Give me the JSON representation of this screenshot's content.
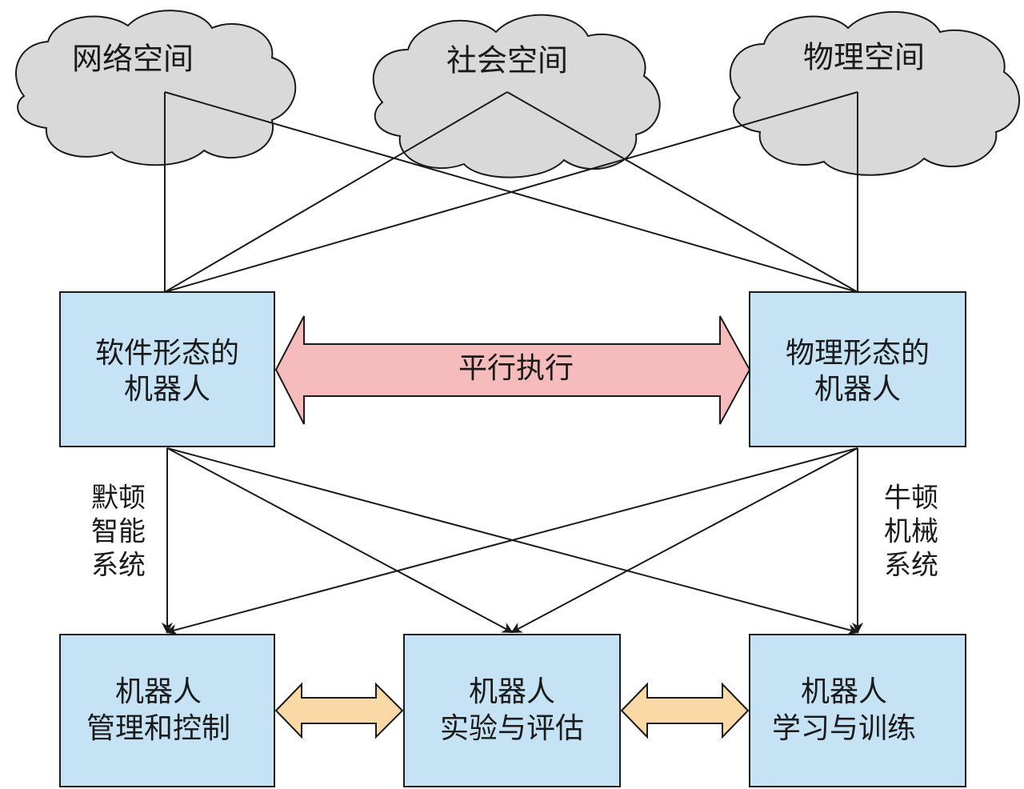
{
  "colors": {
    "cloud_fill": "#d9d9d9",
    "box_fill": "#c5e3f5",
    "parallel_arrow_fill": "#f6bcbc",
    "small_arrow_fill": "#fbd9a6",
    "line": "#1a1a1a"
  },
  "clouds": {
    "cyber": {
      "label": "网络空间"
    },
    "social": {
      "label": "社会空间"
    },
    "physical": {
      "label": "物理空间"
    }
  },
  "robots": {
    "software": {
      "line1": "软件形态的",
      "line2": "机器人"
    },
    "physical": {
      "line1": "物理形态的",
      "line2": "机器人"
    }
  },
  "parallel": {
    "label": "平行执行"
  },
  "systems": {
    "merton": {
      "line1": "默顿",
      "line2": "智能",
      "line3": "系统"
    },
    "newton": {
      "line1": "牛顿",
      "line2": "机械",
      "line3": "系统"
    }
  },
  "outcomes": {
    "management": {
      "line1": "机器人",
      "line2": "管理和控制"
    },
    "evaluation": {
      "line1": "机器人",
      "line2": "实验与评估"
    },
    "learning": {
      "line1": "机器人",
      "line2": "学习与训练"
    }
  }
}
